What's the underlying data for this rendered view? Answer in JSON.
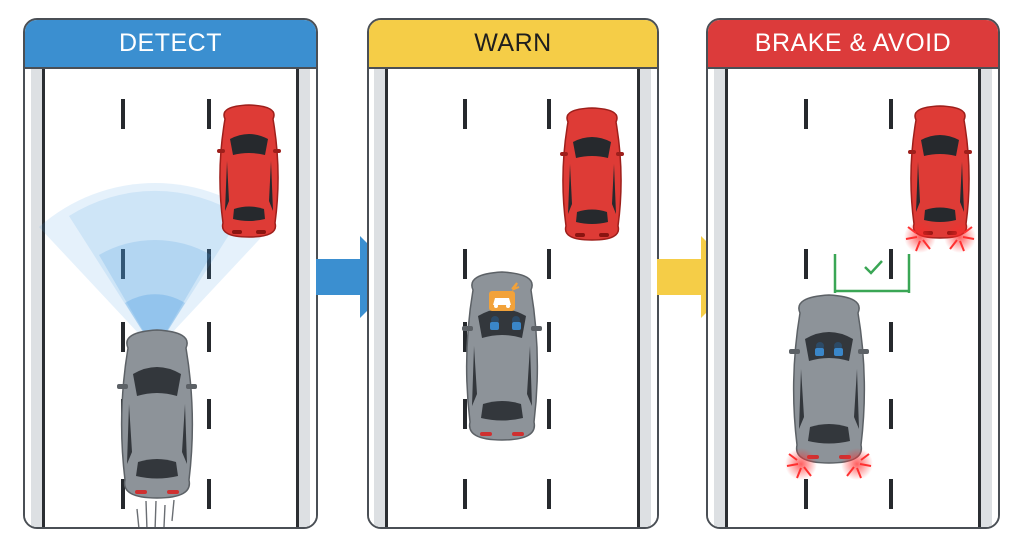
{
  "steps": [
    {
      "label": "DETECT",
      "color": "#3b8fd0"
    },
    {
      "label": "WARN",
      "color": "#f5cd47"
    },
    {
      "label": "BRAKE & AVOID",
      "color": "#dc3b3b"
    }
  ],
  "colors": {
    "sensor": "#4a9be0",
    "lead_car": "#de3b36",
    "ego_car": "#8d9399",
    "flow_arrow_1": "#3b8fd0",
    "flow_arrow_2": "#f5cd47",
    "clearance": "#3aa655",
    "warning_icon": "#f2a23a",
    "brake_glow": "#ff2a2a"
  },
  "icons": [
    "sensor-cone-icon",
    "collision-warning-icon",
    "driver-hands-icon",
    "clearance-check-icon",
    "brake-light-glow-icon",
    "flow-arrow-icon"
  ]
}
